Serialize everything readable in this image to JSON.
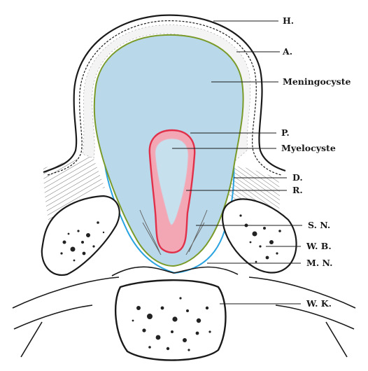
{
  "labels": {
    "h": "H.",
    "a": "A.",
    "meningocyste": "Meningocyste",
    "p": "P.",
    "myelocyste": "Myelocyste",
    "d": "D.",
    "r": "R.",
    "sn": "S. N.",
    "wb": "W. B.",
    "mn": "M. N.",
    "wk": "W. K."
  },
  "colors": {
    "meningocyste_fill": "#b9d9ea",
    "arachnoid_line": "#7a9a2a",
    "dura_line": "#2aa3e0",
    "myelocyste_outline": "#e0304a",
    "myelocyste_fill": "#f3a7b4",
    "ink": "#1a1a1a"
  }
}
